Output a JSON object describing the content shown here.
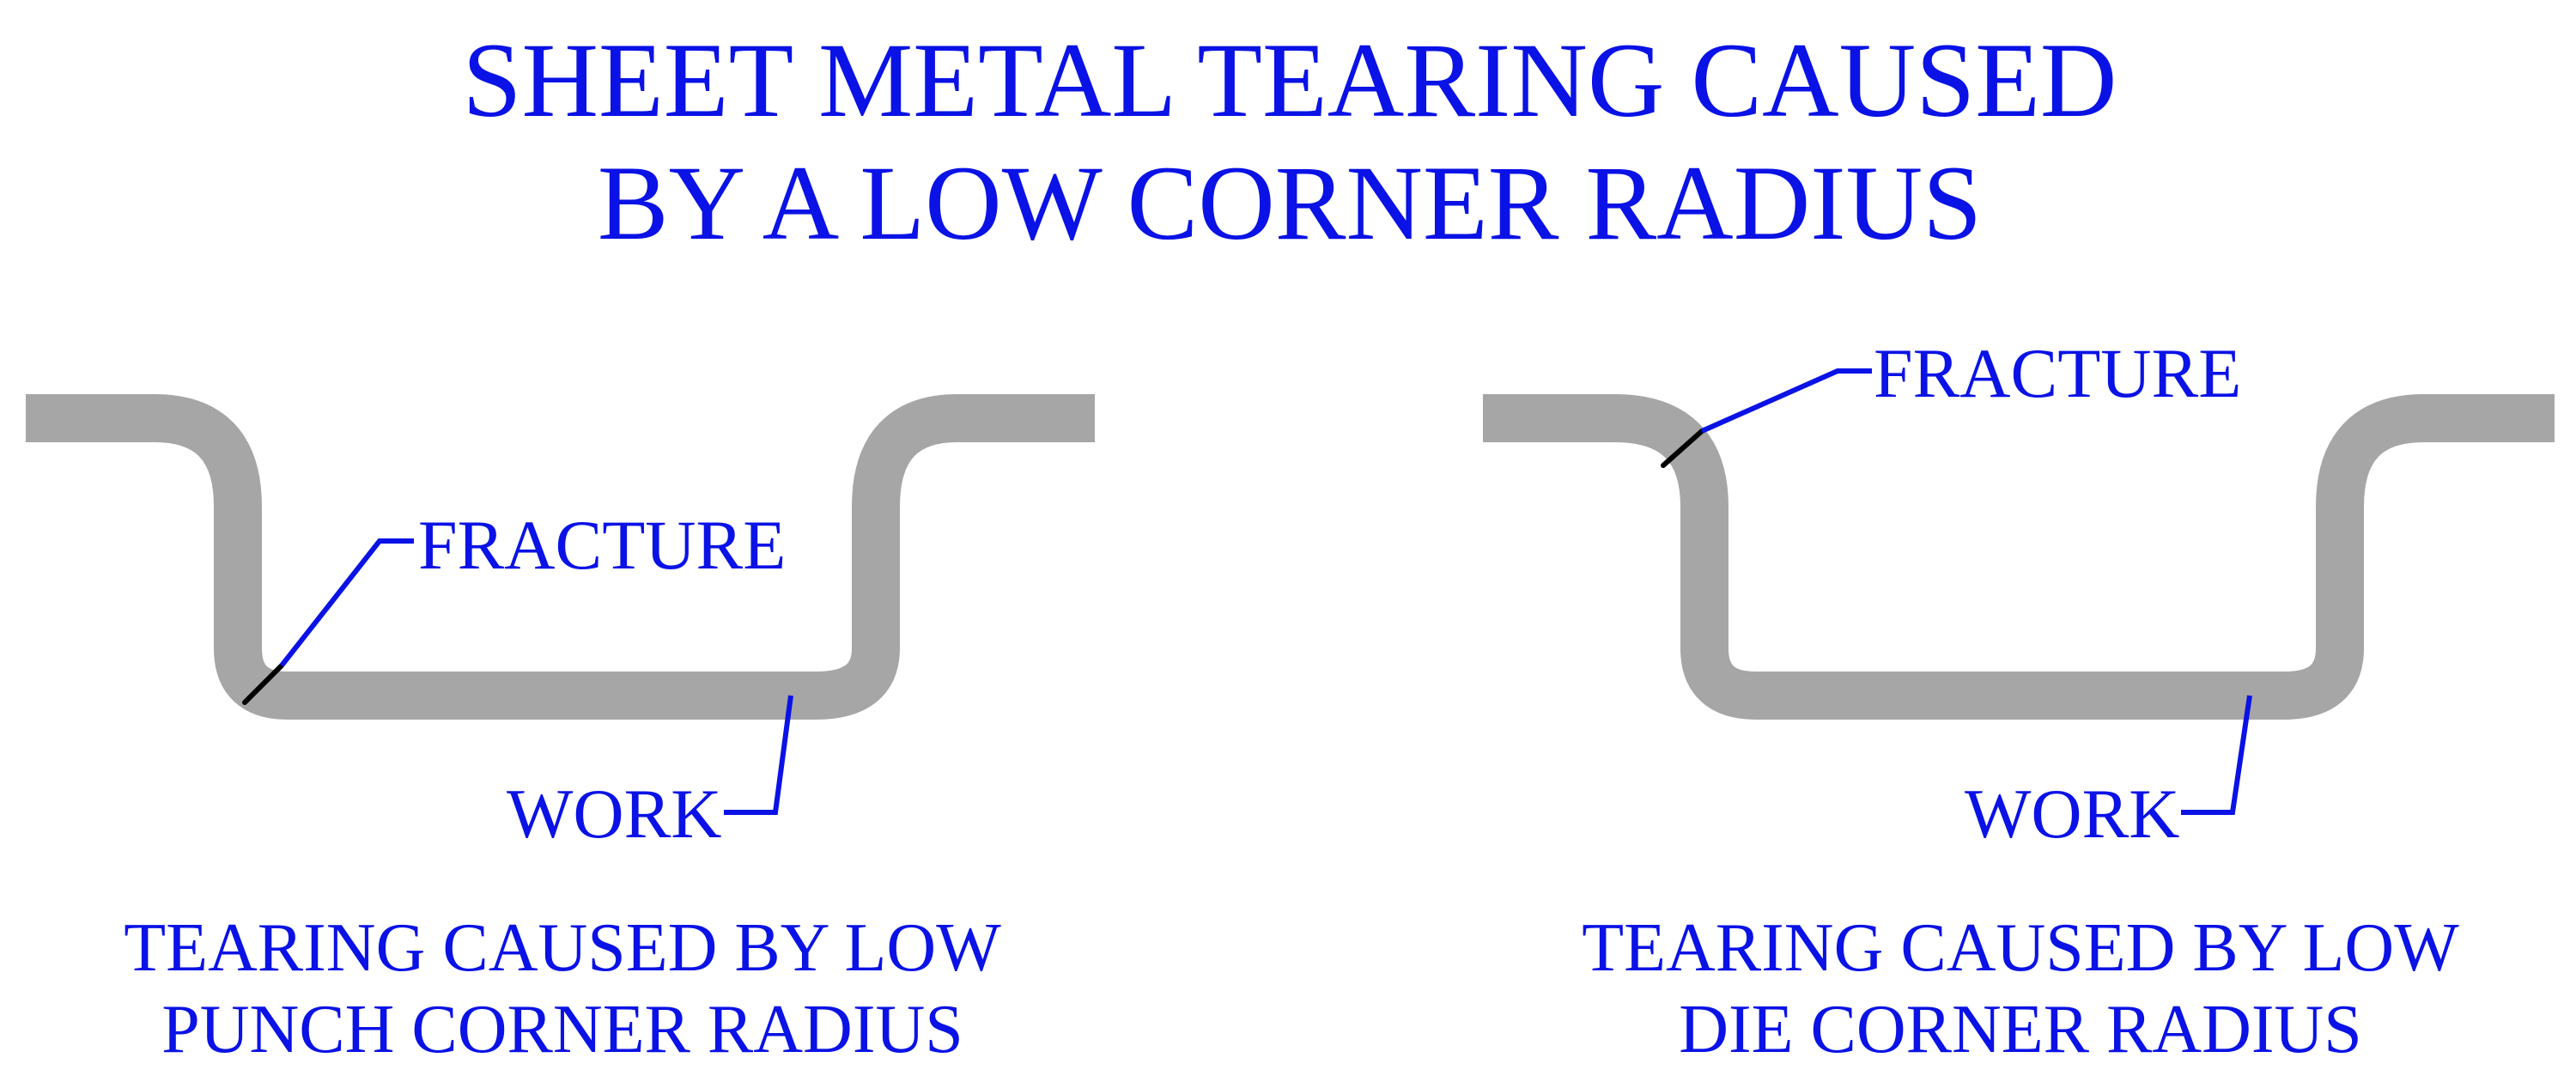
{
  "title": {
    "line1": "SHEET METAL TEARING CAUSED",
    "line2": "BY A LOW CORNER RADIUS"
  },
  "colors": {
    "text": "#0a12e6",
    "leader": "#0a12e6",
    "work": "#a6a6a6",
    "fracture": "#000000",
    "background": "#ffffff"
  },
  "panels": [
    {
      "fracture_label": "FRACTURE",
      "work_label": "WORK",
      "caption_line1": "TEARING CAUSED BY LOW",
      "caption_line2": "PUNCH CORNER RADIUS"
    },
    {
      "fracture_label": "FRACTURE",
      "work_label": "WORK",
      "caption_line1": "TEARING CAUSED BY LOW",
      "caption_line2": "DIE CORNER RADIUS"
    }
  ]
}
